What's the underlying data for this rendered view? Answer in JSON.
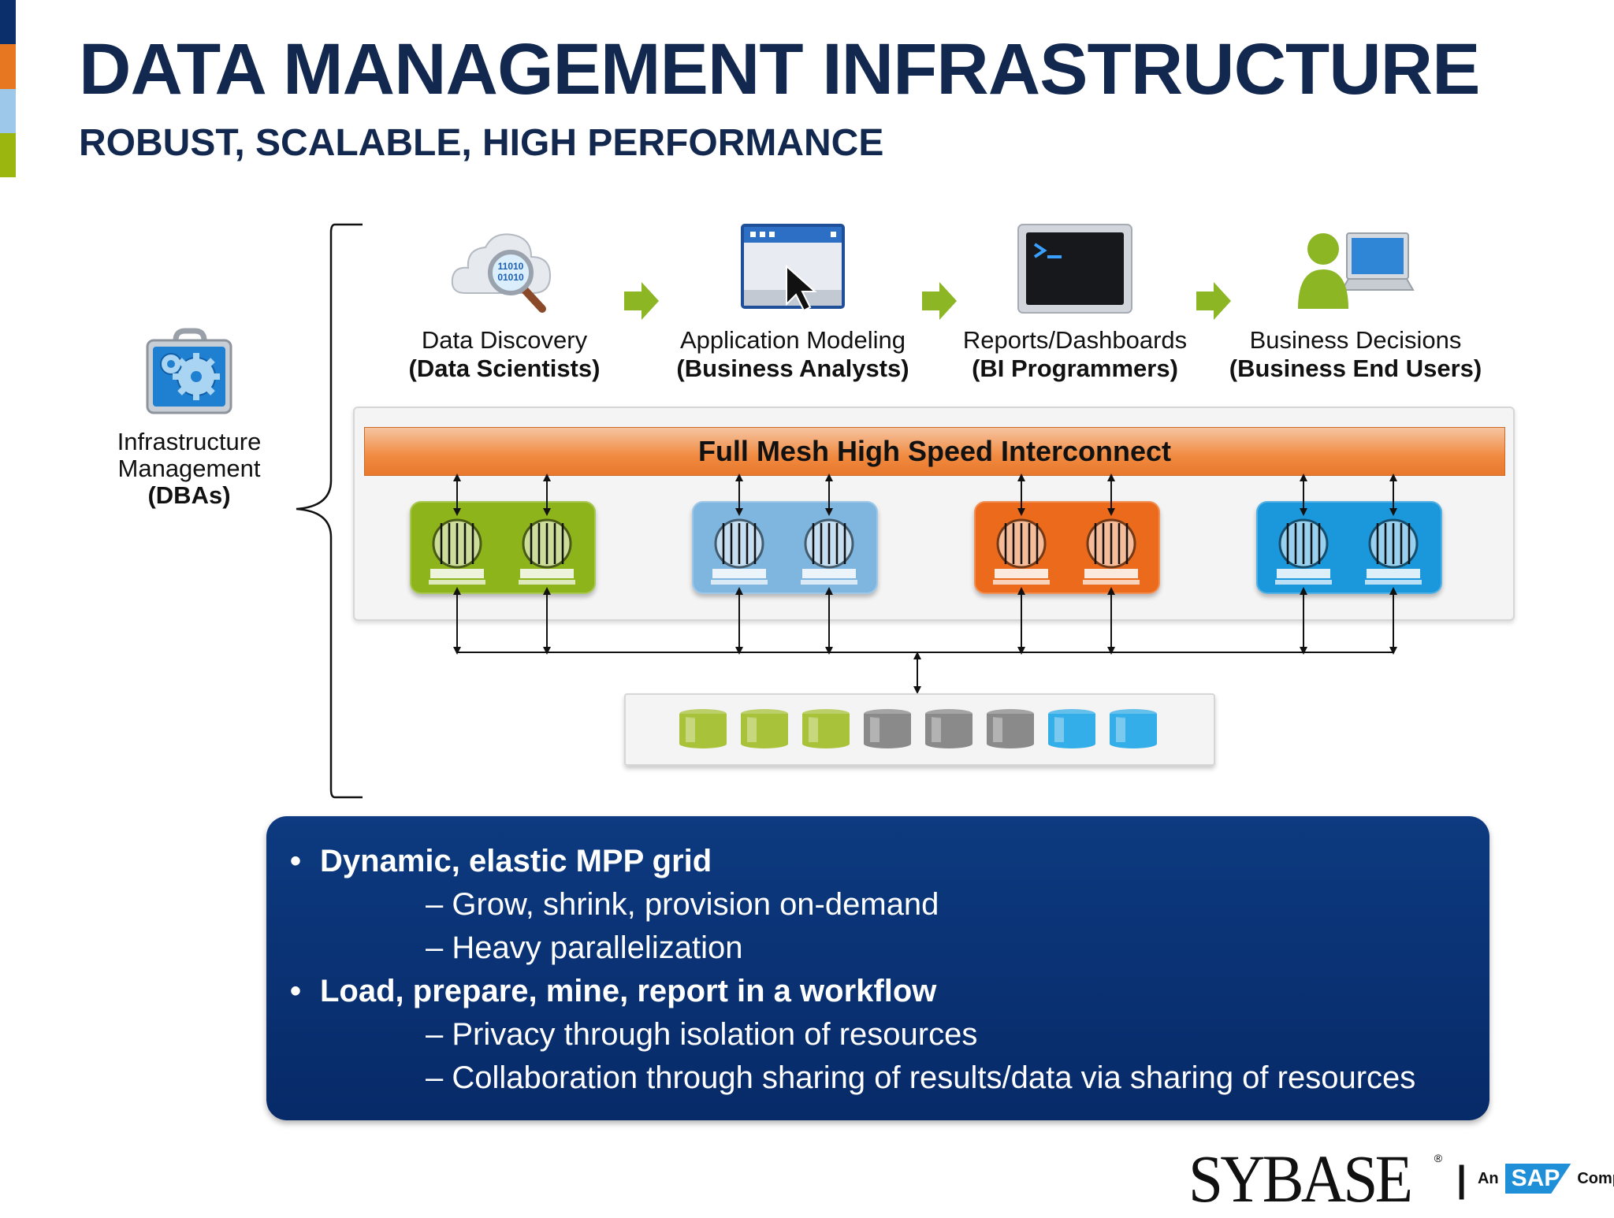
{
  "title": "DATA MANAGEMENT INFRASTRUCTURE",
  "subtitle": "ROBUST, SCALABLE, HIGH PERFORMANCE",
  "accent_colors": [
    "#0b2f6a",
    "#e87722",
    "#9ec8ea",
    "#9bb70f"
  ],
  "infrastructure": {
    "line1": "Infrastructure",
    "line2": "Management",
    "line3": "(DBAs)",
    "icon": "toolbox-gear-icon"
  },
  "roles": [
    {
      "name": "Data Discovery",
      "who": "(Data Scientists)",
      "icon": "cloud-magnifier-icon"
    },
    {
      "name": "Application Modeling",
      "who": "(Business Analysts)",
      "icon": "application-window-icon"
    },
    {
      "name": "Reports/Dashboards",
      "who": "(BI Programmers)",
      "icon": "terminal-icon"
    },
    {
      "name": "Business Decisions",
      "who": "(Business End Users)",
      "icon": "user-computer-icon"
    }
  ],
  "interconnect_label": "Full Mesh High Speed Interconnect",
  "node_colors": [
    "#8db41a",
    "#7fb6e0",
    "#ec6a1c",
    "#1b97dc"
  ],
  "storage_colors": [
    "#a8c23a",
    "#a8c23a",
    "#a8c23a",
    "#8a8a8a",
    "#8a8a8a",
    "#8a8a8a",
    "#34aee8",
    "#34aee8"
  ],
  "bullets": [
    {
      "level": 1,
      "text": "Dynamic, elastic MPP grid"
    },
    {
      "level": 2,
      "text": "Grow, shrink, provision on-demand"
    },
    {
      "level": 2,
      "text": "Heavy parallelization"
    },
    {
      "level": 1,
      "text": "Load, prepare, mine, report in a workflow"
    },
    {
      "level": 2,
      "text": "Privacy through isolation of resources"
    },
    {
      "level": 2,
      "text": "Collaboration through sharing of results/data via sharing of resources"
    }
  ],
  "logo": {
    "brand": "SYBASE",
    "registered": "®",
    "an": "An",
    "sap": "SAP",
    "company": "Company"
  }
}
